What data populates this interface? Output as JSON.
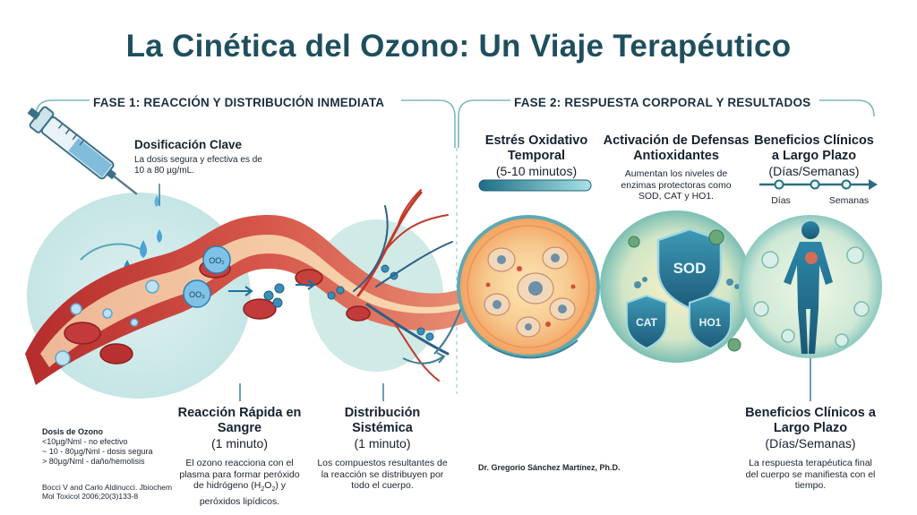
{
  "title": "La Cinética del Ozono: Un Viaje Terapéutico",
  "phase1": {
    "heading": "FASE 1: REACCIÓN Y DISTRIBUCIÓN INMEDIATA"
  },
  "phase2": {
    "heading": "FASE 2: RESPUESTA CORPORAL Y RESULTADOS"
  },
  "dosis_clave": {
    "title": "Dosificación Clave",
    "text": "La dosis segura y efectiva es de 10 a 80 µg/mL."
  },
  "reaccion": {
    "title": "Reacción Rápida en Sangre",
    "time": "(1 minuto)",
    "text_1": "El ozono reacciona con el plasma para formar peróxido de",
    "text_2": "hidrógeno (H",
    "sub_1": "2",
    "text_3": "O",
    "sub_2": "2",
    "text_4": ") y peróxidos lipídicos."
  },
  "distribucion": {
    "title": "Distribución Sistémica",
    "time": "(1 minuto)",
    "text": "Los compuestos resultantes de la reacción se distribuyen por todo el cuerpo."
  },
  "estres": {
    "title": "Estrés Oxidativo Temporal",
    "time": "(5-10 minutos)"
  },
  "activacion": {
    "title": "Activación de Defensas Antioxidantes",
    "text": "Aumentan los niveles de enzimas protectoras como SOD, CAT y HO1."
  },
  "beneficios_top": {
    "title": "Beneficios Clínicos a Largo Plazo",
    "time": "(Días/Semanas)",
    "timeline_start": "Días",
    "timeline_end": "Semanas"
  },
  "beneficios_bottom": {
    "title": "Beneficios Clínicos a Largo Plazo",
    "time": "(Días/Semanas)",
    "text": "La respuesta terapéutica final del cuerpo se manifiesta con el tiempo."
  },
  "dosis_ozono": {
    "title": "Dosis de Ozono",
    "line_1": "<10µg/Nml - no efectivo",
    "line_2": "~ 10 - 80µg/Nml - dosis segura",
    "line_3": "> 80µg/Nml -  daño/hemolisis"
  },
  "citation": {
    "line_1": "Bocci V and Carlo Aldinucci. Jbiochem",
    "line_2": "Mol Toxicol 2006;20(3)133-8"
  },
  "author": "Dr. Gregorio Sánchez Martínez, Ph.D.",
  "molecule_labels": {
    "o2": "OO₂",
    "o3": "OO₃"
  },
  "enzymes": {
    "sod": "SOD",
    "cat": "CAT",
    "ho1": "HO1"
  },
  "colors": {
    "title": "#1f4f5e",
    "blood": "#c23a3a",
    "teal": "#2e8c93",
    "accent": "#2a6f80"
  }
}
